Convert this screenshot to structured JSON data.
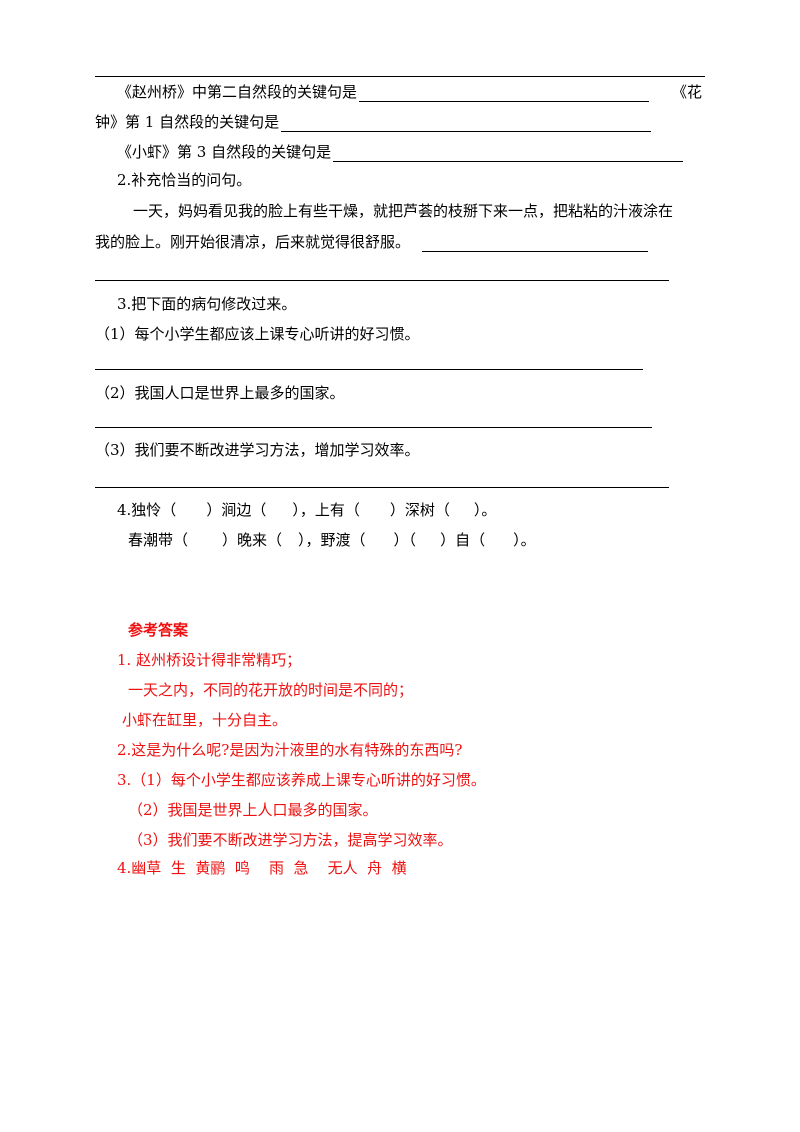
{
  "questions": {
    "q1": {
      "item_zhaozhouqiao": "《赵州桥》中第二自然段的关键句是",
      "item_huazhong_start": "《花",
      "item_huazhong_end": "钟》第 1 自然段的关键句是",
      "item_xiaoxia": "《小虾》第 3 自然段的关键句是"
    },
    "q2": {
      "title": "2.补充恰当的问句。",
      "passage_line1": "一天，妈妈看见我的脸上有些干燥，就把芦荟的枝掰下来一点，把粘粘的汁液涂在",
      "passage_line2": "我的脸上。刚开始很清凉，后来就觉得很舒服。"
    },
    "q3": {
      "title": "3.把下面的病句修改过来。",
      "sentences": [
        "（1）每个小学生都应该上课专心听讲的好习惯。",
        "（2）我国人口是世界上最多的国家。",
        "（3）我们要不断改进学习方法，增加学习效率。"
      ]
    },
    "q4": {
      "line1": [
        "4.独怜（",
        "）涧边（",
        "），上有（",
        "）深树（",
        "）。"
      ],
      "line2": [
        "春潮带（",
        "）晚来（",
        "），野渡（",
        "）（",
        "）自（",
        "）。"
      ]
    }
  },
  "answers": {
    "heading": "参考答案",
    "a1_line1": "1.  赵州桥设计得非常精巧；",
    "a1_line2": "一天之内，不同的花开放的时间是不同的；",
    "a1_line3": "小虾在缸里，十分自主。",
    "a2": "2.这是为什么呢?是因为汁液里的水有特殊的东西吗?",
    "a3_line1": "3.（1）每个小学生都应该养成上课专心听讲的好习惯。",
    "a3_line2": "（2）我国是世界上人口最多的国家。",
    "a3_line3": "（3）我们要不断改进学习方法，提高学习效率。",
    "a4": "4.幽草  生  黄鹂  鸣    雨  急    无人  舟  横"
  },
  "colors": {
    "answer_red": "#ee1111",
    "text": "#000000"
  }
}
